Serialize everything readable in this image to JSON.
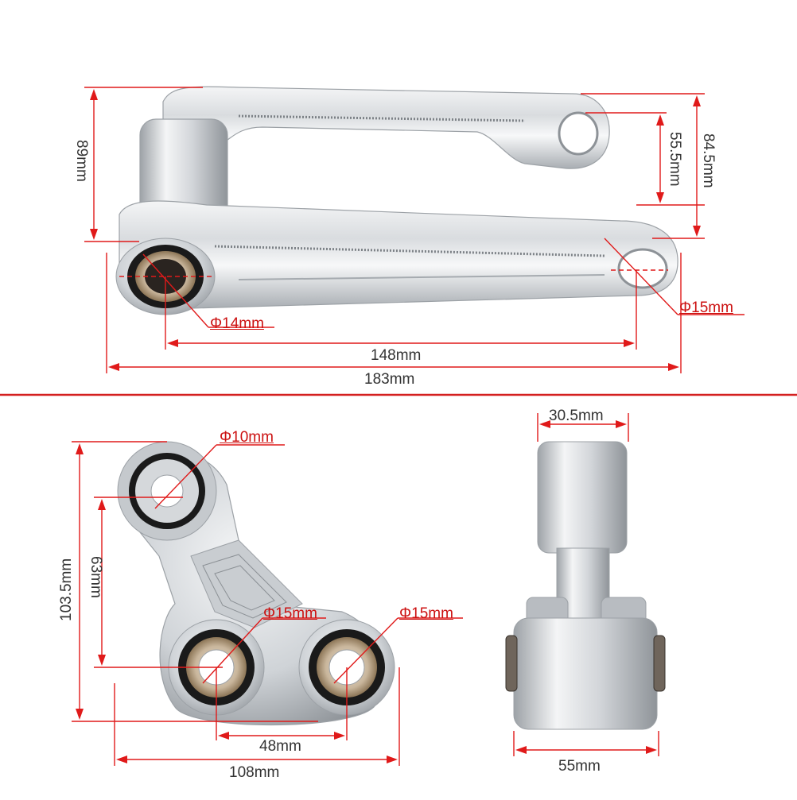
{
  "colors": {
    "dimension_line": "#e01a1a",
    "divider": "#d42020",
    "label_text": "#333333",
    "diameter_label": "#cc1111",
    "aluminum_light": "#eef0f2",
    "aluminum_mid": "#c3c7cc",
    "aluminum_dark": "#8c9196",
    "bearing_black": "#1a1a1a",
    "bushing_bronze": "#b9a48a"
  },
  "top_view": {
    "part": "link-arm",
    "dimensions": {
      "height_left": "89mm",
      "eye_offset": "55.5mm",
      "height_right": "84.5mm",
      "bore_left": "Φ14mm",
      "bore_right": "Φ15mm",
      "center_distance": "148mm",
      "overall_length": "183mm"
    }
  },
  "bottom_left_view": {
    "part": "triangle-linkage",
    "dimensions": {
      "bore_top": "Φ10mm",
      "bore_bottom_left": "Φ15mm",
      "bore_bottom_right": "Φ15mm",
      "overall_height": "103.5mm",
      "center_height": "63mm",
      "center_spacing": "48mm",
      "overall_width": "108mm"
    }
  },
  "bottom_right_view": {
    "part": "triangle-linkage-side",
    "dimensions": {
      "top_width": "30.5mm",
      "bottom_width": "55mm"
    }
  }
}
